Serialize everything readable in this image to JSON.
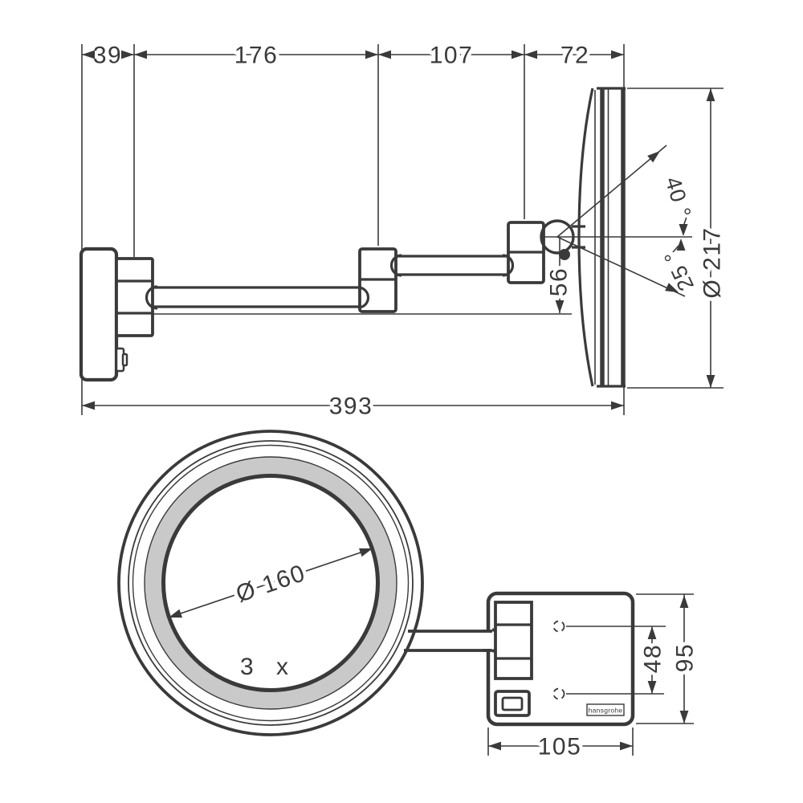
{
  "drawing": {
    "side": {
      "wall_offset": "39",
      "arm_segment_1": "176",
      "arm_segment_2": "107",
      "head_depth": "72",
      "total_reach": "393",
      "mirror_diameter": "Ø 217",
      "pivot_drop": "56",
      "tilt_up_angle": "40 °",
      "tilt_down_angle": "25 °"
    },
    "front": {
      "glass_diameter": "Ø 160",
      "magnification": "3 x"
    },
    "plate": {
      "width": "105",
      "hole_spacing": "48",
      "height": "95",
      "brand": "hansgrohe"
    },
    "colors": {
      "line": "#3a3a3a",
      "led_ring": "#c9c9c9",
      "background": "#ffffff"
    }
  }
}
